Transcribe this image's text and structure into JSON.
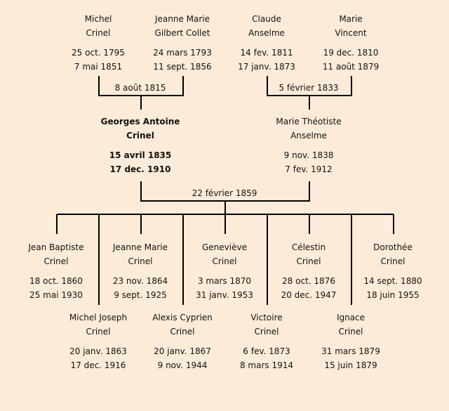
{
  "grandparents": [
    {
      "first": "Michel",
      "last": "Crinel",
      "birth": "25 oct. 1795",
      "death": "7 mai 1851"
    },
    {
      "first": "Jeanne Marie",
      "last": "Gilbert Collet",
      "birth": "24 mars 1793",
      "death": "11 sept. 1856"
    },
    {
      "first": "Claude",
      "last": "Anselme",
      "birth": "14 fev. 1811",
      "death": "17 janv. 1873"
    },
    {
      "first": "Marie",
      "last": "Vincent",
      "birth": "19 dec. 1810",
      "death": "11 août 1879"
    }
  ],
  "marriages": {
    "paternal": "8 août 1815",
    "maternal": "5 février 1833",
    "parents": "22 février 1859"
  },
  "parents": [
    {
      "first": "Georges Antoine",
      "last": "Crinel",
      "birth": "15 avril 1835",
      "death": "17 dec. 1910",
      "highlight": true
    },
    {
      "first": "Marie Théotiste",
      "last": "Anselme",
      "birth": "9 nov. 1838",
      "death": "7 fev. 1912"
    }
  ],
  "children": [
    {
      "first": "Jean Baptiste",
      "last": "Crinel",
      "birth": "18 oct. 1860",
      "death": "25 mai 1930"
    },
    {
      "first": "Michel Joseph",
      "last": "Crinel",
      "birth": "20 janv. 1863",
      "death": "17 dec. 1916"
    },
    {
      "first": "Jeanne Marie",
      "last": "Crinel",
      "birth": "23 nov. 1864",
      "death": "9 sept. 1925"
    },
    {
      "first": "Alexis Cyprien",
      "last": "Crinel",
      "birth": "20 janv. 1867",
      "death": "9 nov. 1944"
    },
    {
      "first": "Geneviève",
      "last": "Crinel",
      "birth": "3 mars 1870",
      "death": "31 janv. 1953"
    },
    {
      "first": "Victoire",
      "last": "Crinel",
      "birth": "6 fev. 1873",
      "death": "8 mars 1914"
    },
    {
      "first": "Célestin",
      "last": "Crinel",
      "birth": "28 oct. 1876",
      "death": "20 dec. 1947"
    },
    {
      "first": "Ignace",
      "last": "Crinel",
      "birth": "31 mars 1879",
      "death": "15 juin 1879"
    },
    {
      "first": "Dorothée",
      "last": "Crinel",
      "birth": "14 sept. 1880",
      "death": "18 juin 1955"
    }
  ]
}
